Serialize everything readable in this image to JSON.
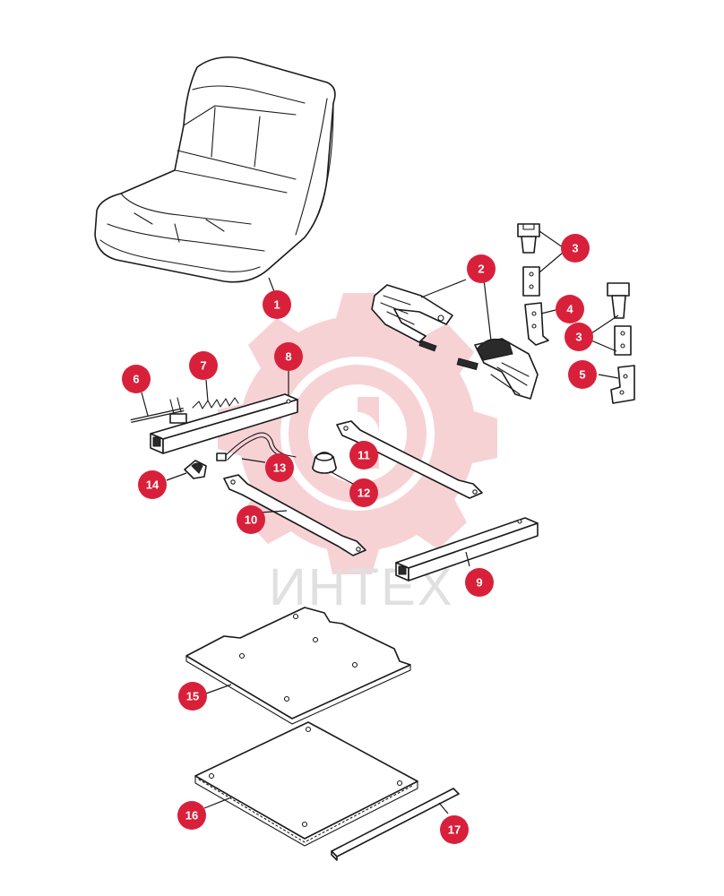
{
  "watermark": {
    "text": "ИНТЕХ",
    "color": "#f2aeb3"
  },
  "callout_color": "#d9203a",
  "callouts": [
    {
      "label": "1"
    },
    {
      "label": "2"
    },
    {
      "label": "3"
    },
    {
      "label": "3"
    },
    {
      "label": "4"
    },
    {
      "label": "5"
    },
    {
      "label": "6"
    },
    {
      "label": "7"
    },
    {
      "label": "8"
    },
    {
      "label": "9"
    },
    {
      "label": "10"
    },
    {
      "label": "11"
    },
    {
      "label": "12"
    },
    {
      "label": "13"
    },
    {
      "label": "14"
    },
    {
      "label": "15"
    },
    {
      "label": "16"
    },
    {
      "label": "17"
    }
  ],
  "parts": {
    "seat": "seat-cushion",
    "brackets": "armrest-bracket",
    "pins": "mounting-pin",
    "plates": "mounting-plate",
    "rails": "slide-rail",
    "rods": "release-rod",
    "springs": "tension-spring",
    "links": "link-bar",
    "knob": "adjust-knob",
    "cable": "release-cable",
    "clip": "cable-clip",
    "base_plate": "base-plate",
    "mount_plate": "mounting-panel",
    "strip": "trim-strip"
  }
}
